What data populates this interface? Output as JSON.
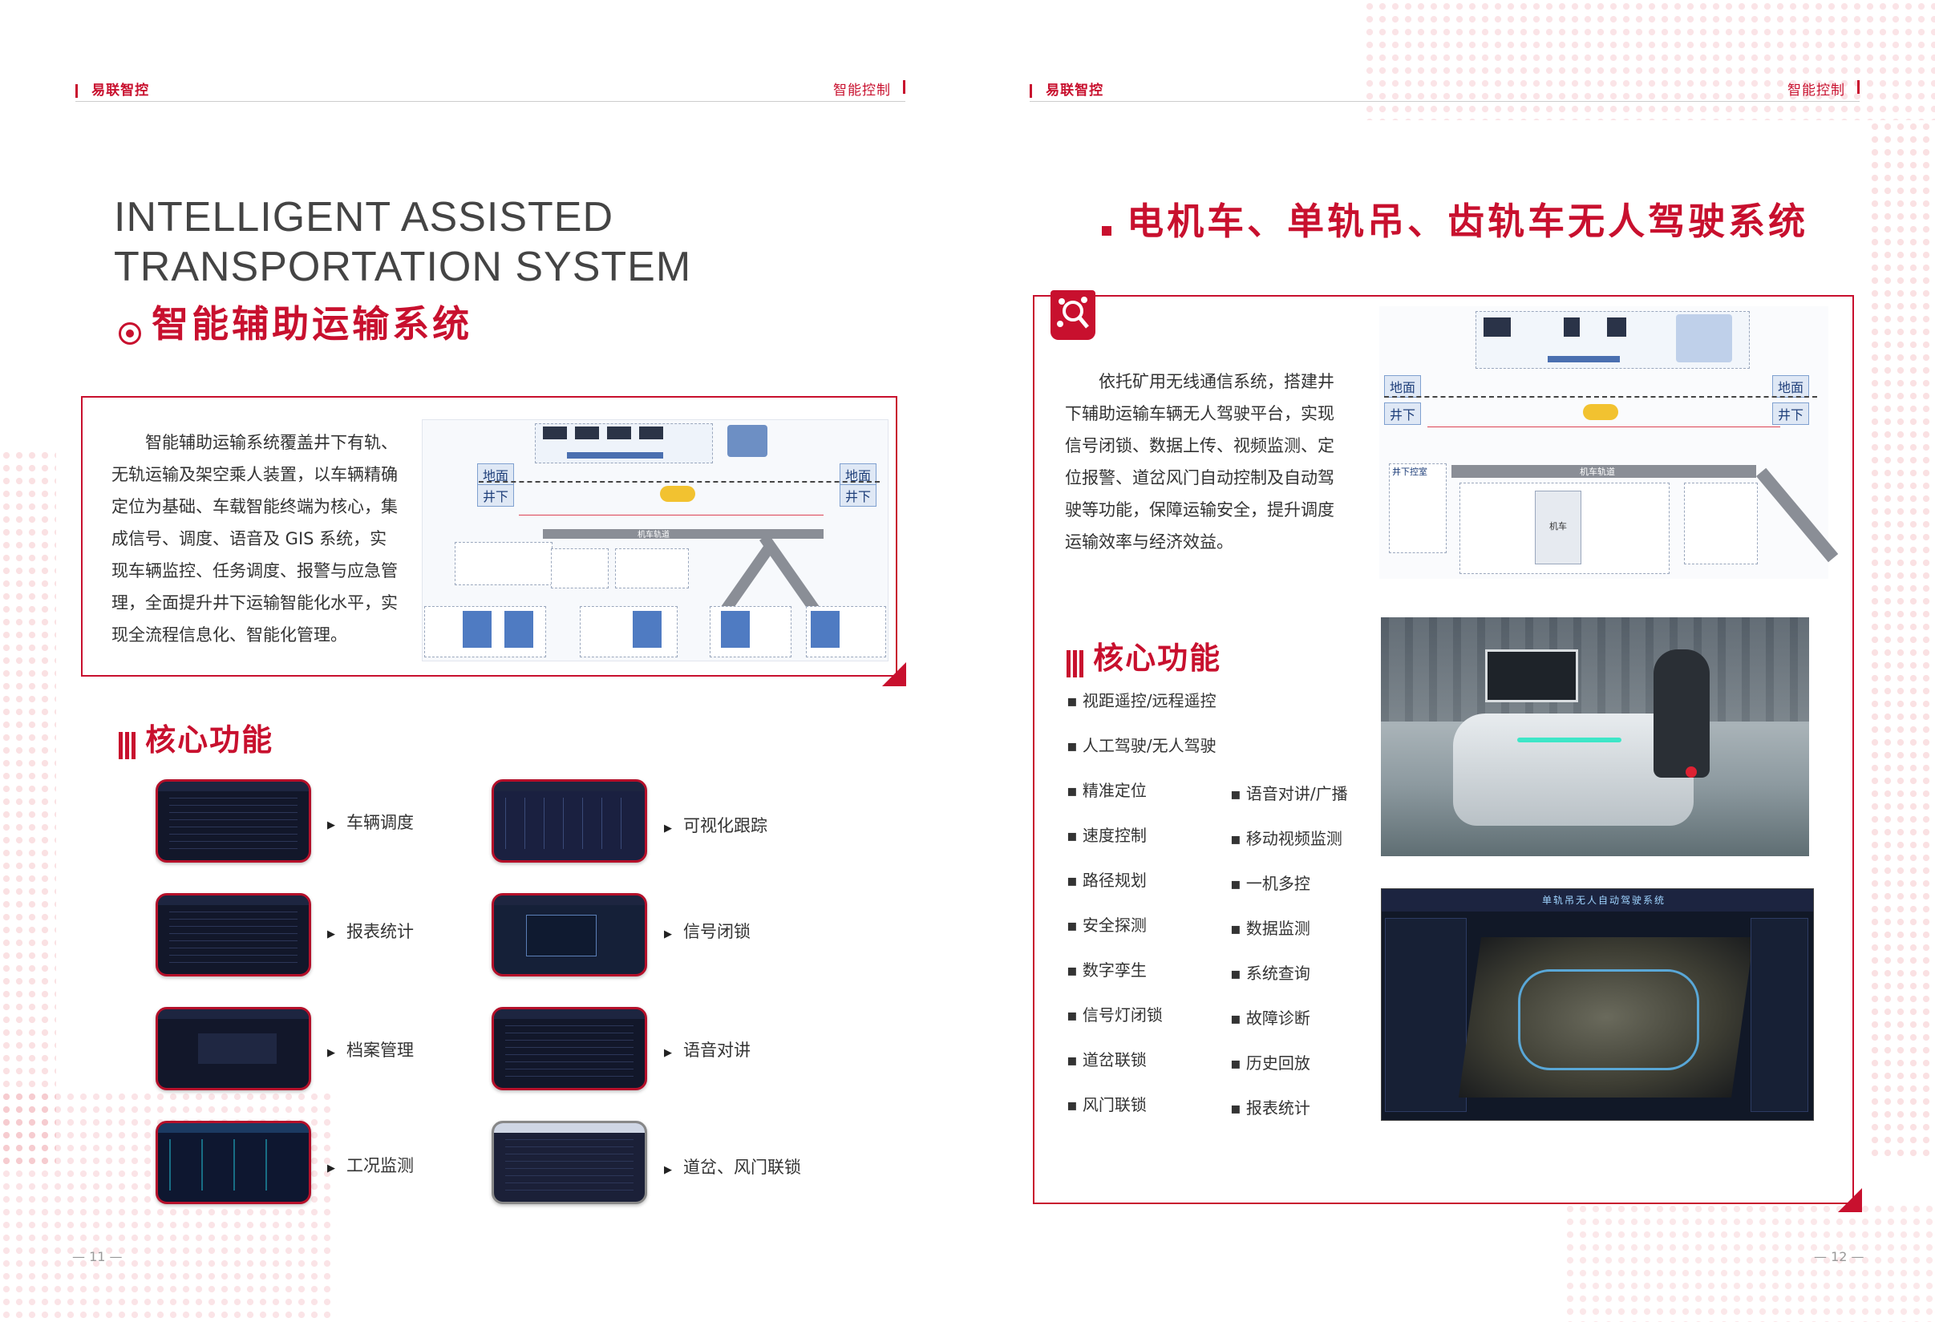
{
  "left_page": {
    "brand": "易联智控",
    "section": "智能控制",
    "title_en_line1": "INTELLIGENT ASSISTED",
    "title_en_line2": "TRANSPORTATION SYSTEM",
    "title_cn": "智能辅助运输系统",
    "intro": "智能辅助运输系统覆盖井下有轨、无轨运输及架空乘人装置，以车辆精确定位为基础、车载智能终端为核心，集成信号、调度、语音及 GIS 系统，实现车辆监控、任务调度、报警与应急管理，全面提升井下运输智能化水平，实现全流程信息化、智能化管理。",
    "diagram": {
      "surface": "地面",
      "underground": "井下",
      "track": "机车轨道"
    },
    "core_title": "核心功能",
    "features": [
      {
        "label": "车辆调度"
      },
      {
        "label": "可视化跟踪"
      },
      {
        "label": "报表统计"
      },
      {
        "label": "信号闭锁"
      },
      {
        "label": "档案管理"
      },
      {
        "label": "语音对讲"
      },
      {
        "label": "工况监测"
      },
      {
        "label": "道岔、风门联锁"
      }
    ],
    "page_number": "11"
  },
  "right_page": {
    "brand": "易联智控",
    "section": "智能控制",
    "title_cn": "电机车、单轨吊、齿轨车无人驾驶系统",
    "intro": "依托矿用无线通信系统，搭建井下辅助运输车辆无人驾驶平台，实现信号闭锁、数据上传、视频监测、定位报警、道岔风门自动控制及自动驾驶等功能，保障运输安全，提升调度运输效率与经济效益。",
    "diagram": {
      "surface_left": "地面",
      "surface_right": "地面",
      "under_left": "井下",
      "under_right": "井下",
      "track": "机车轨道",
      "control_room": "井下控室",
      "vehicle": "机车"
    },
    "core_title": "核心功能",
    "features_col1": [
      "视距遥控/远程遥控",
      "人工驾驶/无人驾驶",
      "精准定位",
      "速度控制",
      "路径规划",
      "安全探测",
      "数字孪生",
      "信号灯闭锁",
      "道岔联锁",
      "风门联锁"
    ],
    "features_col2": [
      "语音对讲/广播",
      "移动视频监测",
      "一机多控",
      "数据监测",
      "系统查询",
      "故障诊断",
      "历史回放",
      "报表统计"
    ],
    "screen_title": "单轨吊无人自动驾驶系统",
    "page_number": "12"
  }
}
